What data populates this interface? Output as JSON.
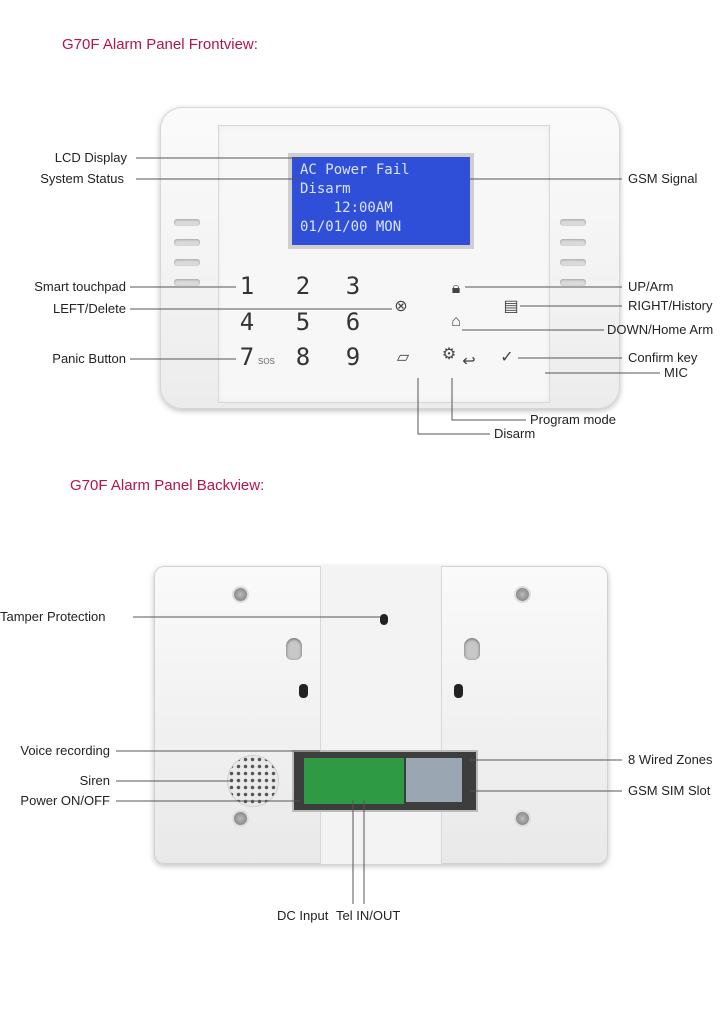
{
  "front": {
    "title": "G70F Alarm Panel Frontview:",
    "lcd_lines": [
      "AC Power Fail",
      "Disarm",
      "    12:00AM",
      "01/01/00 MON"
    ],
    "keys": [
      "1",
      "2",
      "3",
      "4",
      "5",
      "6",
      "7",
      "8",
      "9"
    ],
    "sos_label": "SOS",
    "labels": {
      "lcd_display": "LCD Display",
      "system_status": "System Status",
      "gsm_signal": "GSM Signal",
      "smart_touchpad": "Smart touchpad",
      "left_delete": "LEFT/Delete",
      "panic_button": "Panic Button",
      "up_arm": "UP/Arm",
      "right_history": "RIGHT/History",
      "down_home_arm": "DOWN/Home Arm",
      "confirm_key": "Confirm key",
      "mic": "MIC",
      "program_mode": "Program mode",
      "disarm": "Disarm"
    }
  },
  "back": {
    "title": "G70F Alarm Panel Backview:",
    "labels": {
      "tamper_protection": "Tamper Protection",
      "voice_recording": "Voice recording",
      "siren": "Siren",
      "power_on_off": "Power ON/OFF",
      "wired_zones": "8 Wired Zones",
      "gsm_sim_slot": "GSM SIM Slot",
      "dc_input": "DC Input",
      "tel_in_out": "Tel IN/OUT"
    }
  },
  "colors": {
    "title": "#b3154a",
    "lcd_bg": "#2f4fd8",
    "pcb": "#2f9a44"
  },
  "icons": [
    "delete-x-icon",
    "arm-lock-icon",
    "history-icon",
    "home-icon",
    "disarm-lock-icon",
    "gear-icon",
    "confirm-check-icon"
  ]
}
